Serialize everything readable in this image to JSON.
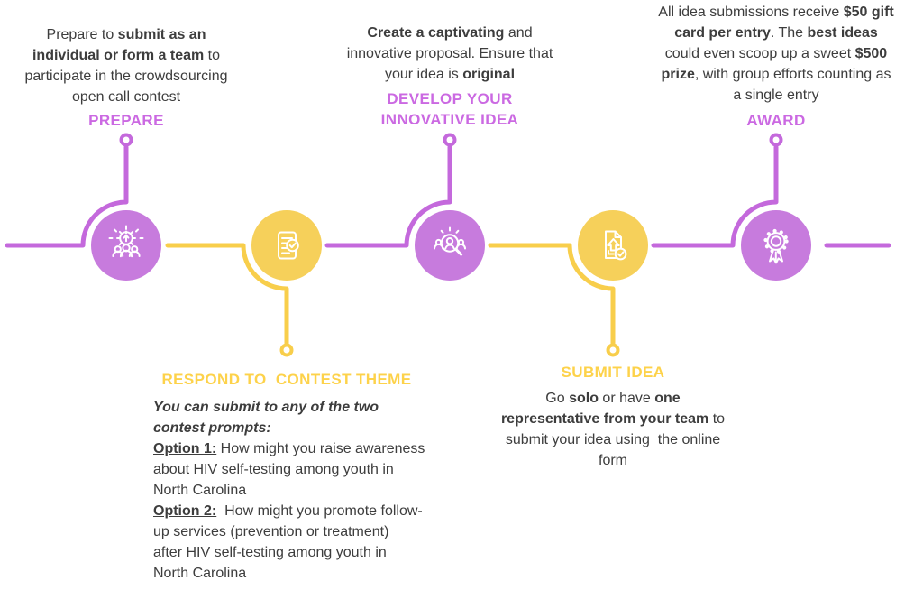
{
  "colors": {
    "purple-fill": "#c77bdd",
    "purple-line": "#c469dc",
    "purple-label": "#cb69e2",
    "yellow-fill": "#f6d05a",
    "yellow-line": "#f8ce4b",
    "yellow-label": "#fdd24a",
    "text": "#3d3d3d"
  },
  "diagram": {
    "type": "process-timeline",
    "steps": [
      {
        "id": "prepare",
        "label": "PREPARE",
        "theme": "purple",
        "branch": "top",
        "icon": "team-idea-gear-icon",
        "description": [
          {
            "t": "Prepare to ",
            "s": "n"
          },
          {
            "t": "submit as an\nindividual or form a team",
            "s": "b"
          },
          {
            "t": " to\nparticipate in the crowdsourcing\nopen call contest",
            "s": "n"
          }
        ]
      },
      {
        "id": "respond",
        "label": "RESPOND TO  CONTEST THEME",
        "theme": "yellow",
        "branch": "bottom",
        "icon": "checklist-document-icon",
        "description": [
          {
            "t": "You can submit to any of the two\ncontest prompts:",
            "s": "bi"
          },
          {
            "t": "\n",
            "s": "n"
          },
          {
            "t": "Option 1:",
            "s": "bu"
          },
          {
            "t": " How might you raise awareness\nabout HIV self-testing among youth in\nNorth Carolina\n",
            "s": "n"
          },
          {
            "t": "Option 2:",
            "s": "bu"
          },
          {
            "t": "  How might you promote follow-\nup services (prevention or treatment)\nafter HIV self-testing among youth in\nNorth Carolina",
            "s": "n"
          }
        ]
      },
      {
        "id": "develop",
        "label": "DEVELOP YOUR\nINNOVATIVE IDEA",
        "theme": "purple",
        "branch": "top",
        "icon": "search-person-icon",
        "description": [
          {
            "t": "Create a captivating",
            "s": "b"
          },
          {
            "t": " and\ninnovative proposal. Ensure that\nyour idea is ",
            "s": "n"
          },
          {
            "t": "original",
            "s": "b"
          }
        ]
      },
      {
        "id": "submit",
        "label": "SUBMIT IDEA",
        "theme": "yellow",
        "branch": "bottom",
        "icon": "upload-document-icon",
        "description": [
          {
            "t": "Go ",
            "s": "n"
          },
          {
            "t": "solo",
            "s": "b"
          },
          {
            "t": " or have ",
            "s": "n"
          },
          {
            "t": "one\nrepresentative from your team",
            "s": "b"
          },
          {
            "t": " to\nsubmit your idea using  the online\nform",
            "s": "n"
          }
        ]
      },
      {
        "id": "award",
        "label": "AWARD",
        "theme": "purple",
        "branch": "top",
        "icon": "award-ribbon-icon",
        "description": [
          {
            "t": "All idea submissions receive ",
            "s": "n"
          },
          {
            "t": "$50 gift\ncard per entry",
            "s": "b"
          },
          {
            "t": ". The ",
            "s": "n"
          },
          {
            "t": "best ideas",
            "s": "b"
          },
          {
            "t": "\ncould even scoop up a sweet ",
            "s": "n"
          },
          {
            "t": "$500\nprize",
            "s": "b"
          },
          {
            "t": ", with group efforts counting as\na single entry",
            "s": "n"
          }
        ]
      }
    ]
  }
}
